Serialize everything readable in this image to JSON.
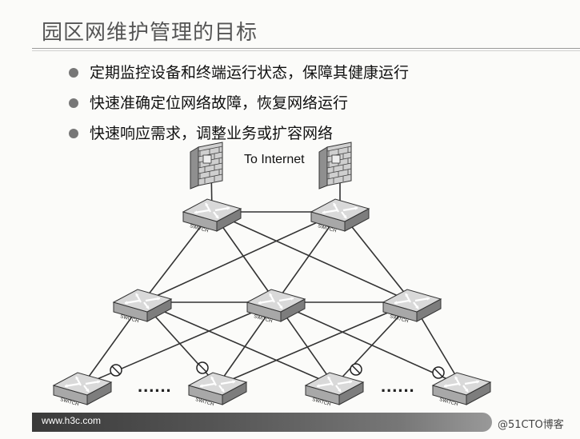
{
  "title": "园区网维护管理的目标",
  "bullets": [
    "定期监控设备和终端运行状态，保障其健康运行",
    "快速准确定位网络故障，恢复网络运行",
    "快速响应需求，调整业务或扩容网络"
  ],
  "diagram": {
    "internet_label": "To Internet",
    "switch_label": "SWITCH",
    "ellipsis": "......",
    "colors": {
      "line": "#333333",
      "switch_top": "#d9d9d9",
      "switch_side": "#a8a8a8"
    }
  },
  "footer": {
    "url": "www.h3c.com",
    "watermark": "@51CTO博客"
  }
}
